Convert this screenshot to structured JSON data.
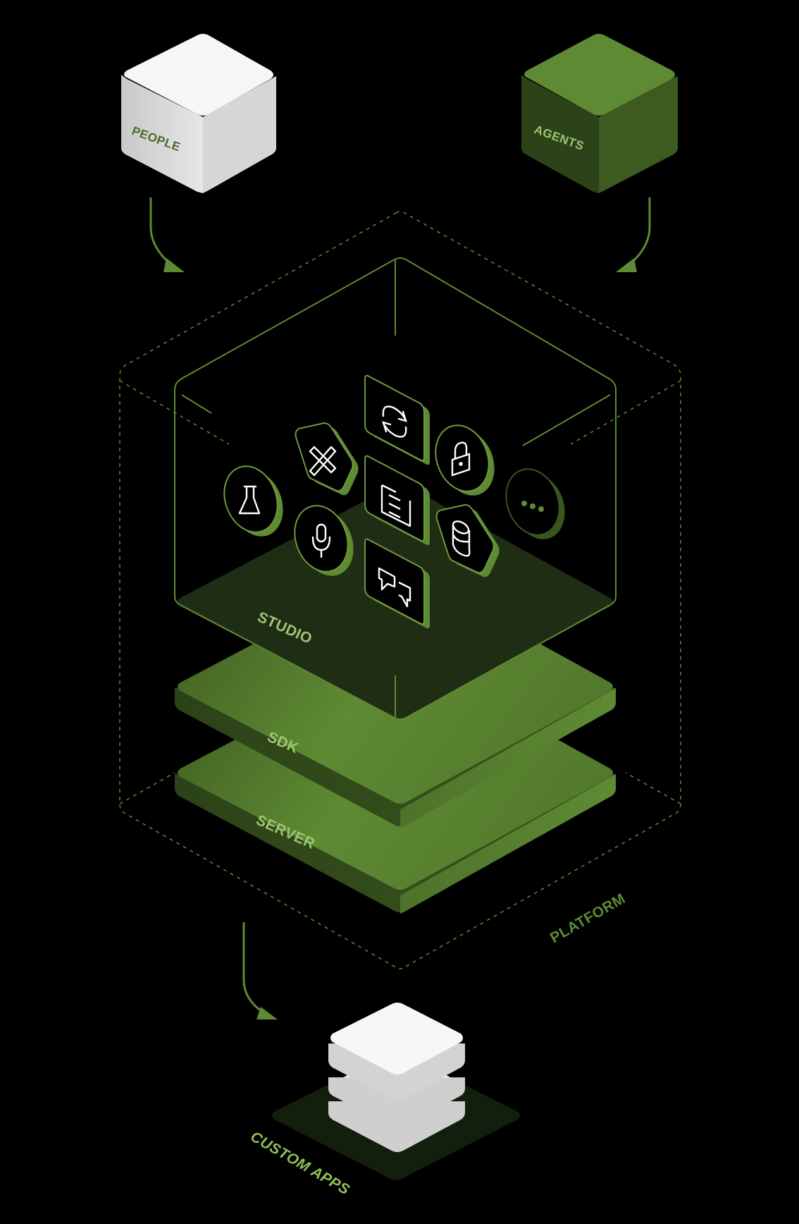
{
  "colors": {
    "background": "#000000",
    "accent": "#5e8a33",
    "accent_light": "#8fbf5a",
    "accent_dark": "#2f4419",
    "label_on_green": "#9dc572",
    "label_on_white": "#4a6b26",
    "white_top": "#f7f7f7",
    "white_side": "#d9d9d9"
  },
  "nodes": {
    "people": "PEOPLE",
    "agents": "AGENTS",
    "platform": "PLATFORM",
    "studio": "STUDIO",
    "sdk": "SDK",
    "server": "SERVER",
    "custom_apps": "CUSTOM APPS"
  },
  "studio_icons": [
    "sync-icon",
    "bandage-icon",
    "lock-icon",
    "flask-icon",
    "document-icon",
    "more-icon",
    "microphone-icon",
    "database-icon",
    "chat-icon"
  ]
}
